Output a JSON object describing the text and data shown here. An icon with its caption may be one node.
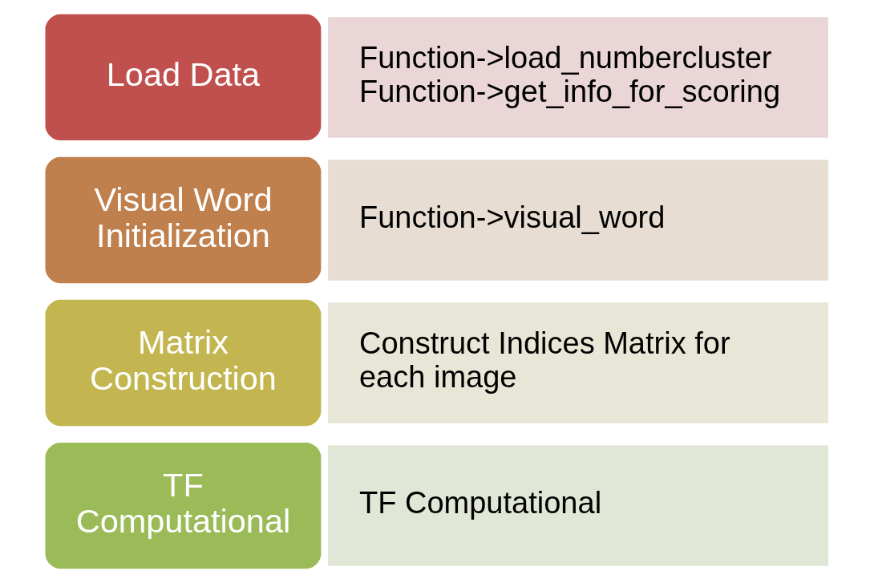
{
  "diagram": {
    "nodes": [
      {
        "text": [
          "Load Data"
        ]
      },
      {
        "text": [
          "Function->load_numbercluster",
          "Function->get_info_for_scoring"
        ]
      },
      {
        "text": [
          "Visual Word Initialization"
        ]
      },
      {
        "text": [
          "Function->visual_word"
        ]
      },
      {
        "text": [
          "Matrix Construction"
        ]
      },
      {
        "text": [
          "Construct Indices Matrix for each image"
        ]
      },
      {
        "text": [
          "TF Computational"
        ]
      },
      {
        "text": [
          "TF Computational"
        ]
      }
    ]
  }
}
